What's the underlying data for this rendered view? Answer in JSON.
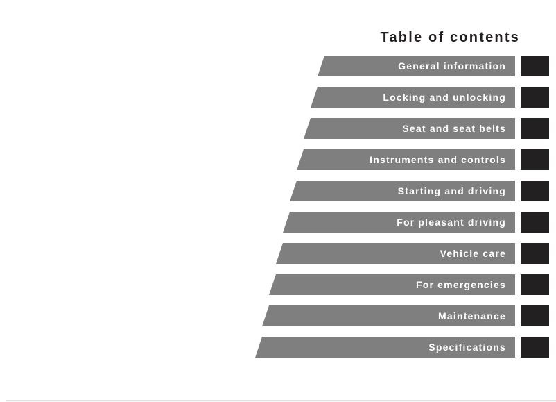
{
  "page": {
    "title": "Table of contents"
  },
  "toc": {
    "items": [
      {
        "label": "General information"
      },
      {
        "label": "Locking and unlocking"
      },
      {
        "label": "Seat and seat belts"
      },
      {
        "label": "Instruments and controls"
      },
      {
        "label": "Starting and driving"
      },
      {
        "label": "For pleasant driving"
      },
      {
        "label": "Vehicle care"
      },
      {
        "label": "For emergencies"
      },
      {
        "label": "Maintenance"
      },
      {
        "label": "Specifications"
      }
    ]
  },
  "colors": {
    "bar_gray": "#7f7f7f",
    "tab_black": "#232021",
    "title_black": "#231f20",
    "divider": "#e2e2e2",
    "page_bg": "#ffffff"
  }
}
